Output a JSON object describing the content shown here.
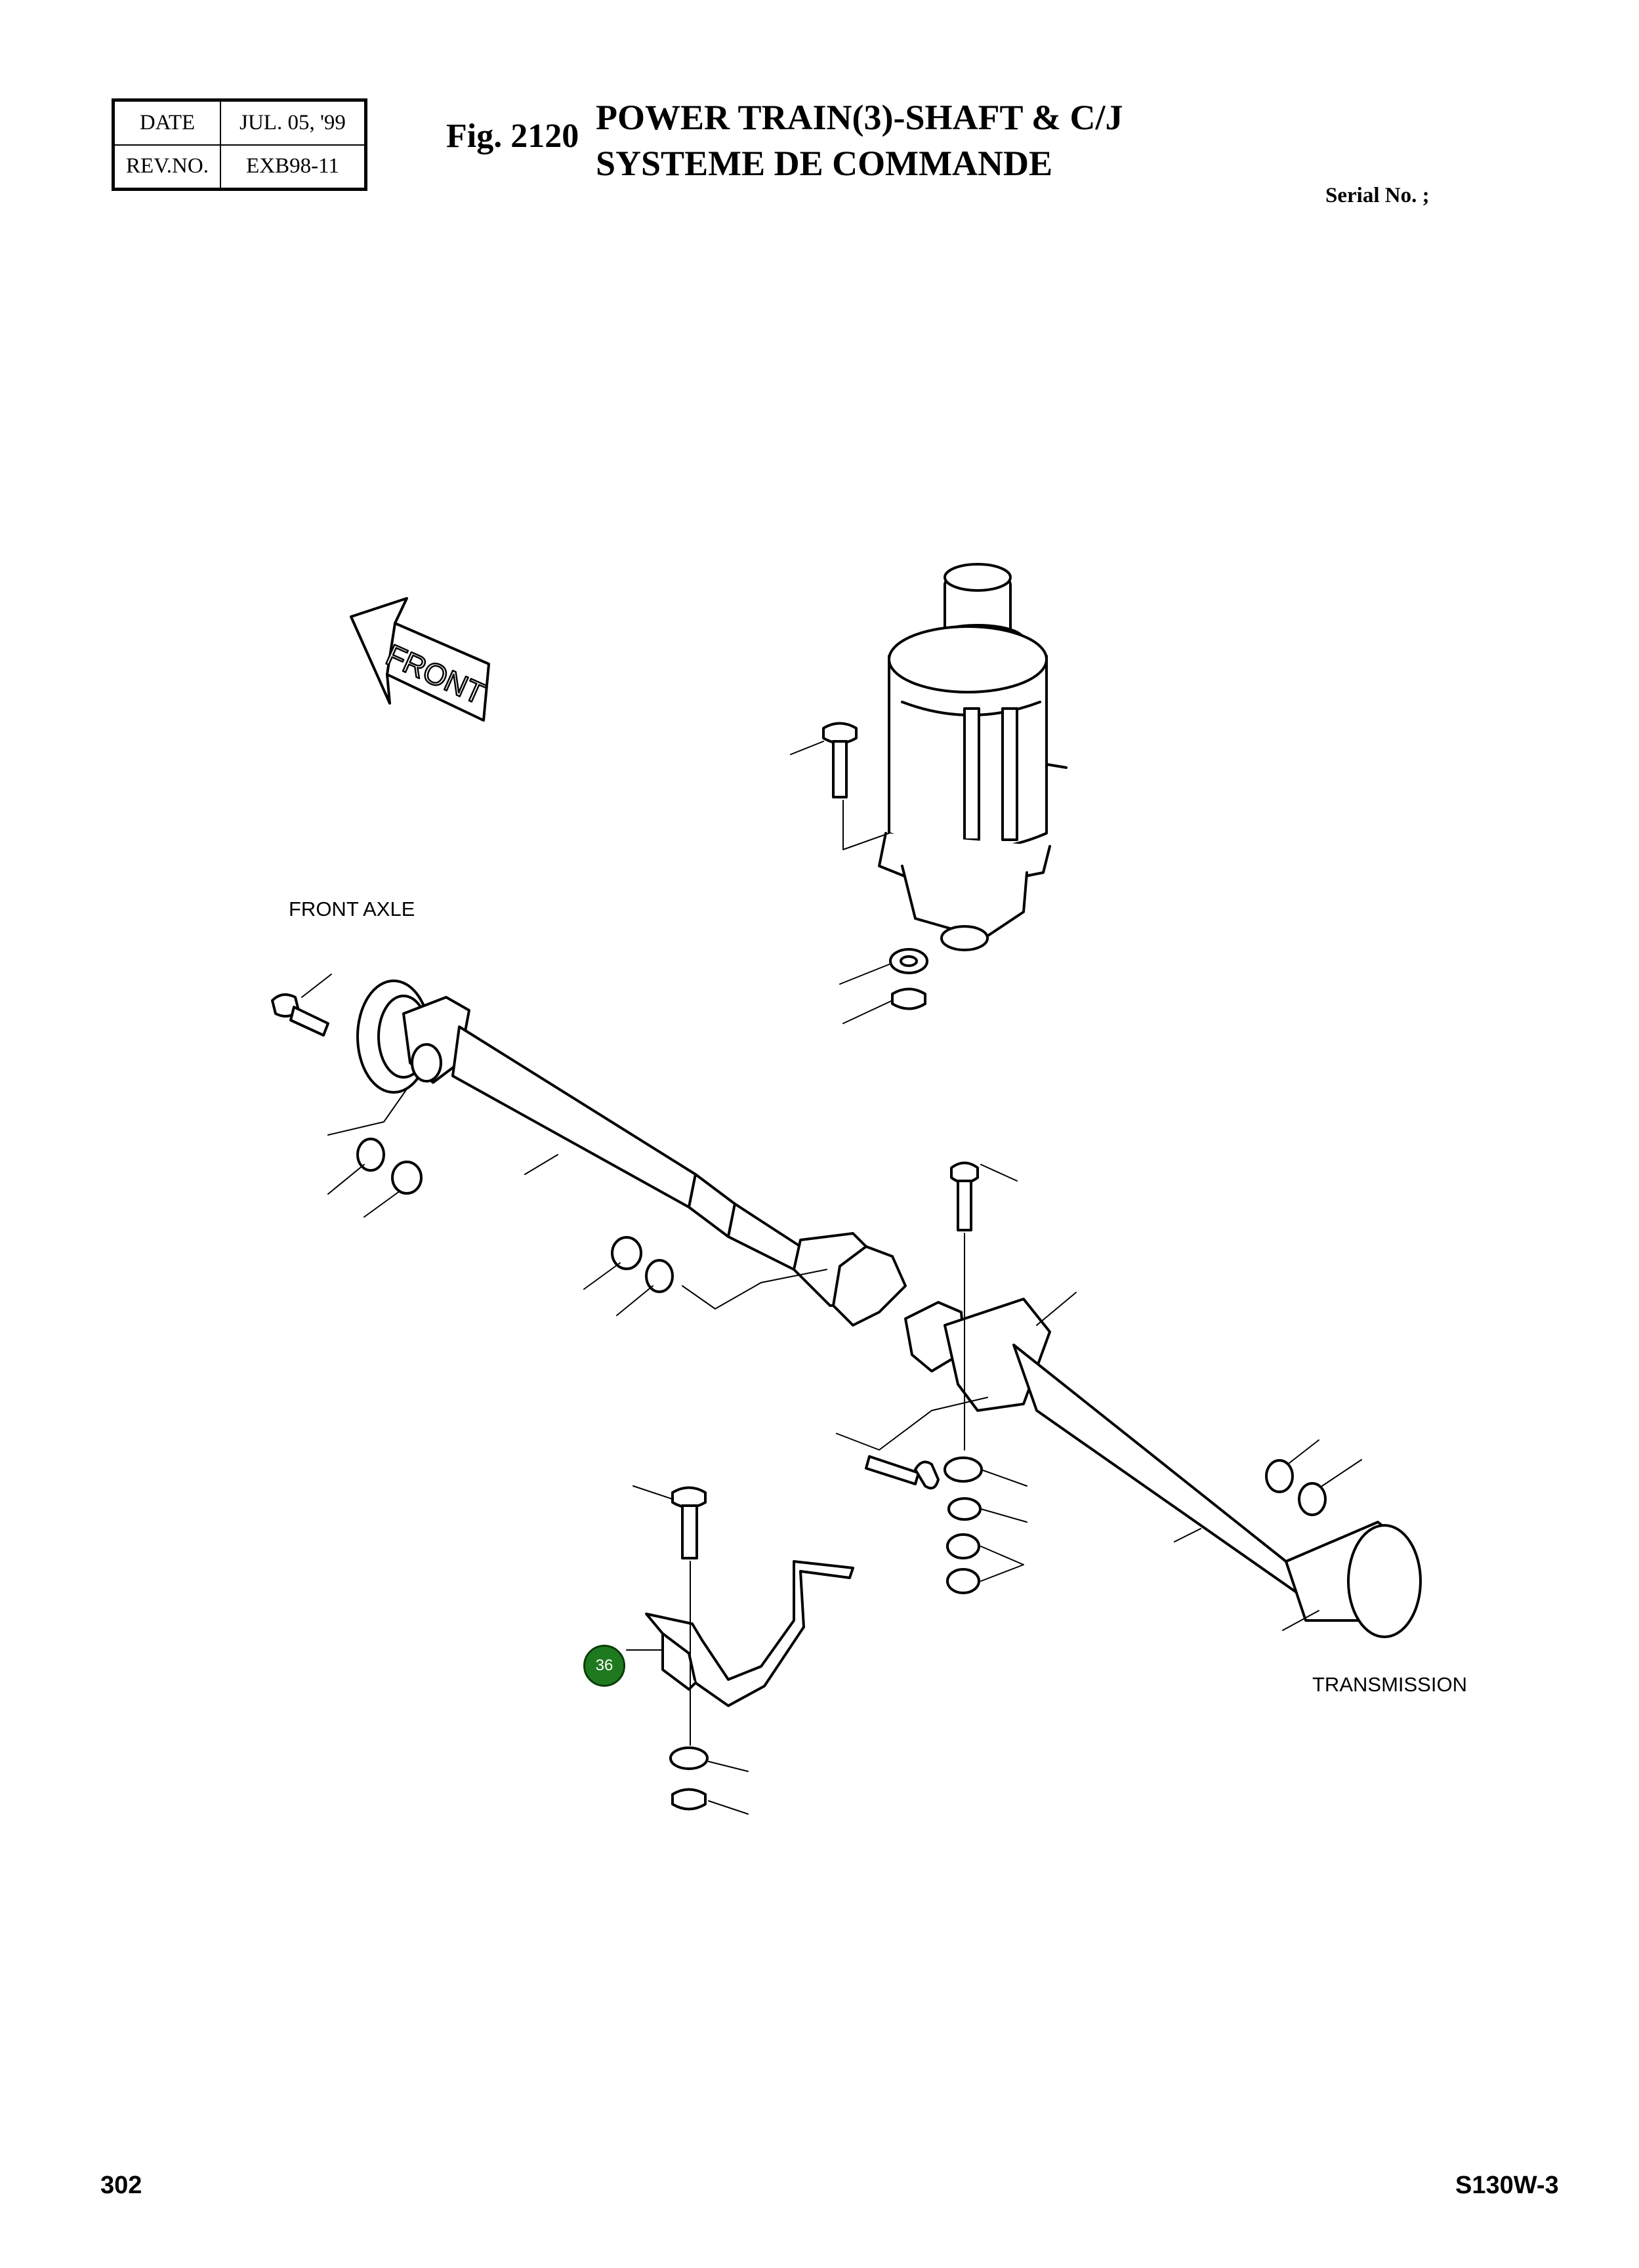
{
  "header": {
    "date_label": "DATE",
    "date_value": "JUL. 05, '99",
    "rev_label": "REV.NO.",
    "rev_value": "EXB98-11",
    "fig_no": "Fig. 2120",
    "title_line1": "POWER TRAIN(3)-SHAFT & C/J",
    "title_line2": "SYSTEME DE COMMANDE",
    "serial": "Serial No. ;"
  },
  "diagram": {
    "front_arrow_label": "FRONT",
    "front_axle_label": "FRONT AXLE",
    "transmission_label": "TRANSMISSION",
    "callout_36": "36",
    "callout_color": "#1f7a1f"
  },
  "footer": {
    "page_number": "302",
    "model": "S130W-3"
  }
}
